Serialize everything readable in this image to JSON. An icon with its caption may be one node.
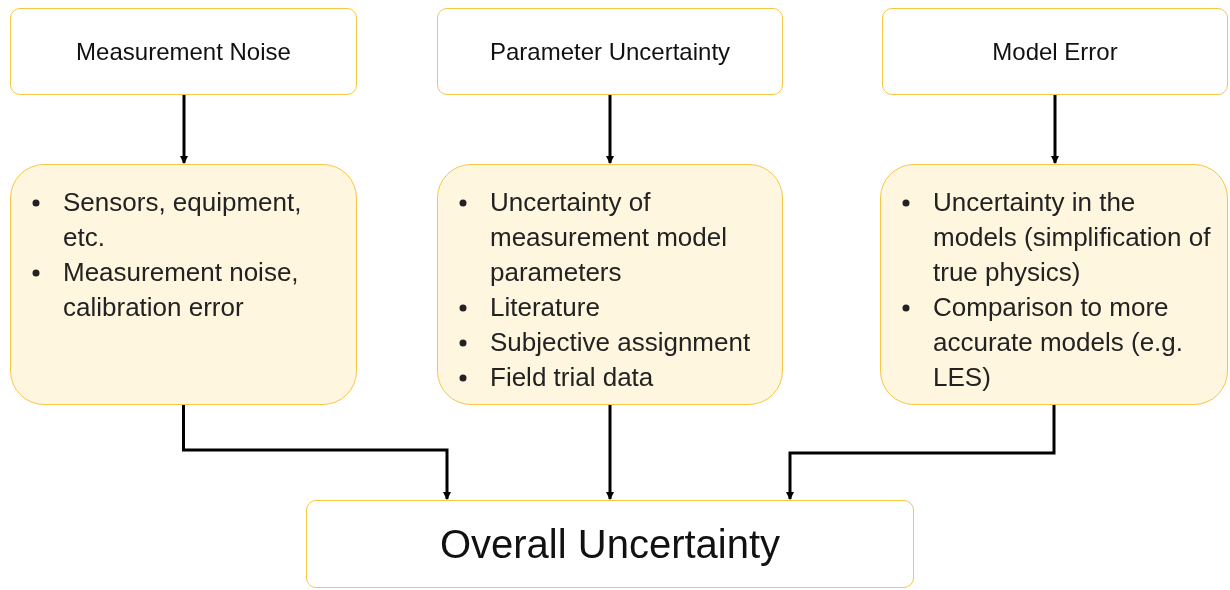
{
  "diagram": {
    "nodes": [
      {
        "text": [
          "Measurement Noise"
        ]
      },
      {
        "text": [
          "Parameter Uncertainty"
        ]
      },
      {
        "text": [
          "Model Error"
        ]
      },
      {
        "text": [
          "Sensors, equipment, etc.",
          "Measurement noise, calibration error"
        ]
      },
      {
        "text": [
          "Uncertainty of measurement model parameters",
          "Literature",
          "Subjective assignment",
          "Field trial data"
        ]
      },
      {
        "text": [
          "Uncertainty in the models (simplification of true physics)",
          "Comparison to more accurate models (e.g. LES)"
        ]
      },
      {
        "text": [
          "Overall Uncertainty"
        ]
      }
    ],
    "edges": [
      {
        "from": 0,
        "to": 3,
        "arrow": "to"
      },
      {
        "from": 1,
        "to": 4,
        "arrow": "to"
      },
      {
        "from": 2,
        "to": 5,
        "arrow": "to"
      },
      {
        "from": 3,
        "to": 6,
        "arrow": "to"
      },
      {
        "from": 4,
        "to": 6,
        "arrow": "to"
      },
      {
        "from": 5,
        "to": 6,
        "arrow": "to"
      }
    ]
  }
}
